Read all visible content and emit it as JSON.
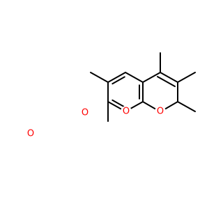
{
  "molecule": {
    "atom_labels": {
      "ring_oxygen": "O",
      "carbonyl_oxygen": "O",
      "ether_oxygen": "O",
      "methoxy_oxygen": "O"
    },
    "colors": {
      "bond": "#000000",
      "oxygen": "#ff0000",
      "background": "#ffffff"
    }
  }
}
